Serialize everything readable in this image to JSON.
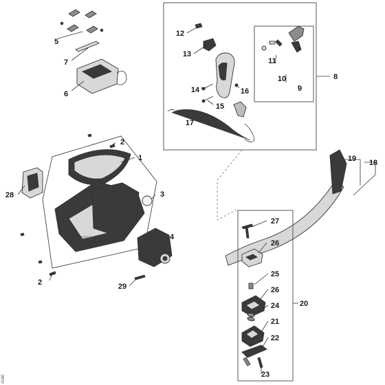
{
  "callouts": {
    "c1": "1",
    "c2a": "2",
    "c2b": "2",
    "c3": "3",
    "c4": "4",
    "c5": "5",
    "c6": "6",
    "c7": "7",
    "c8": "8",
    "c9": "9",
    "c10": "10",
    "c11": "11",
    "c12": "12",
    "c13": "13",
    "c14": "14",
    "c15": "15",
    "c16": "16",
    "c17": "17",
    "c18": "18",
    "c19": "19",
    "c20": "20",
    "c21": "21",
    "c22": "22",
    "c23": "23",
    "c24": "24",
    "c25": "25",
    "c26a": "26",
    "c26b": "26",
    "c27": "27",
    "c28": "28",
    "c29": "29"
  },
  "footer": {
    "code": "4180"
  },
  "colors": {
    "line": "#333333",
    "dark_part": "#3a3a3a",
    "light_part": "#d8d8d8"
  }
}
